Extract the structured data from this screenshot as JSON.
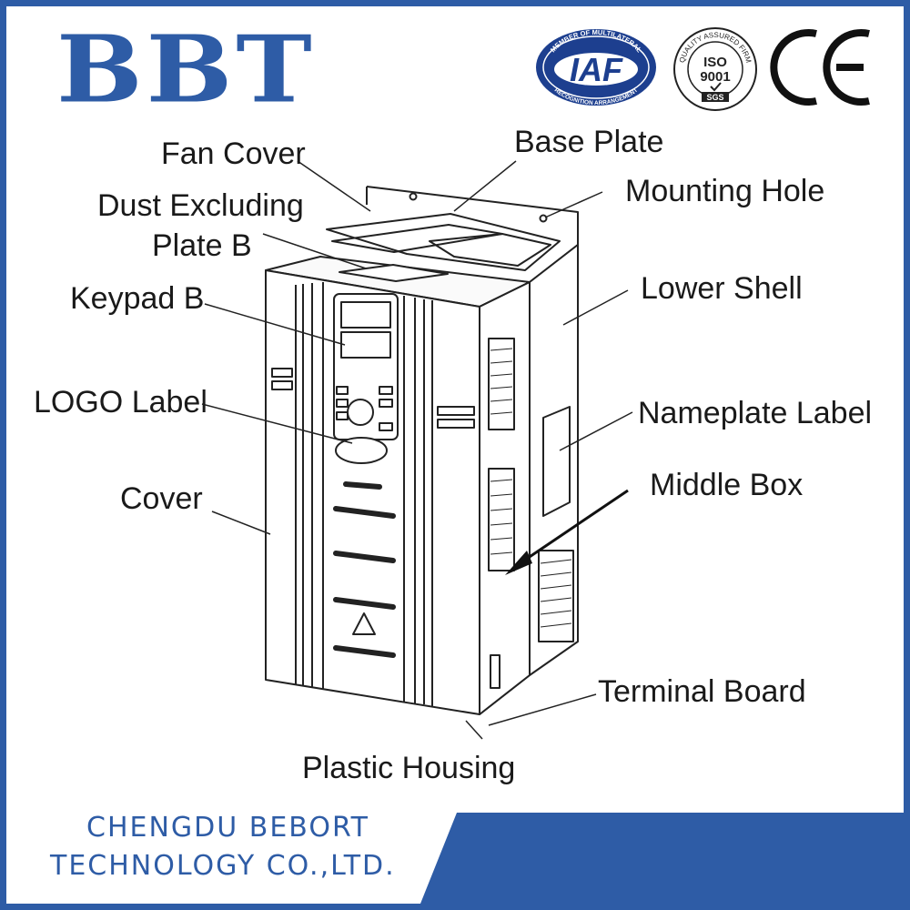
{
  "brand": "BBT",
  "certifications": {
    "iaf": {
      "main": "IAF",
      "top_text": "MEMBER OF MULTILATERAL",
      "bottom_text": "RECOGNITION ARRANGEMENT"
    },
    "iso": {
      "line1": "ISO",
      "line2": "9001",
      "ring_text": "QUALITY ASSURED FIRM",
      "badge": "SGS"
    },
    "ce": "CE"
  },
  "labels": {
    "fan_cover": "Fan Cover",
    "base_plate": "Base Plate",
    "mounting_hole": "Mounting Hole",
    "dust_excluding_1": "Dust Excluding",
    "dust_excluding_2": "Plate B",
    "keypad": "Keypad B",
    "lower_shell": "Lower Shell",
    "logo_label": "LOGO Label",
    "nameplate_label": "Nameplate Label",
    "middle_box": "Middle Box",
    "cover": "Cover",
    "terminal_board": "Terminal Board",
    "plastic_housing": "Plastic Housing"
  },
  "footer": {
    "line1": "CHENGDU BEBORT",
    "line2": "TECHNOLOGY CO.,LTD."
  },
  "colors": {
    "brand_blue": "#2e5ca6",
    "text": "#1a1a1a",
    "background": "#ffffff"
  }
}
